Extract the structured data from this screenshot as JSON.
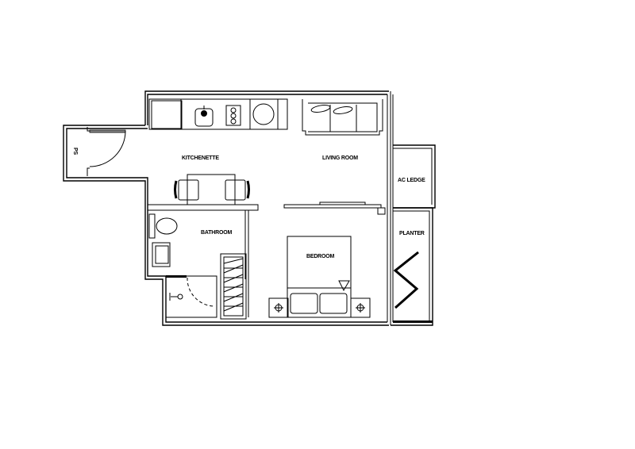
{
  "plan": {
    "rooms": {
      "kitchenette": "KITCHENETTE",
      "living_room": "LIVING ROOM",
      "ac_ledge": "AC LEDGE",
      "bathroom": "BATHROOM",
      "bedroom": "BEDROOM",
      "planter": "PLANTER",
      "ps": "PS"
    }
  }
}
